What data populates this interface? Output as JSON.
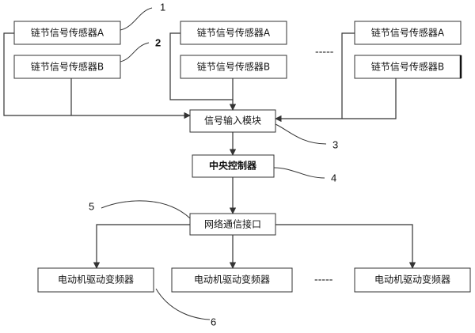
{
  "sensor_groups": [
    {
      "a_label": "链节信号传感器A",
      "b_label": "链节信号传感器B"
    },
    {
      "a_label": "链节信号传感器A",
      "b_label": "链节信号传感器B"
    },
    {
      "a_label": "链节信号传感器A",
      "b_label": "链节信号传感器B"
    }
  ],
  "signal_input": "信号输入模块",
  "central_controller": "中央控制器",
  "network_interface": "网络通信接口",
  "drivers": [
    "电动机驱动变频器",
    "电动机驱动变频器",
    "电动机驱动变频器"
  ],
  "ellipsis_sensors": "-----",
  "ellipsis_drivers": "-----",
  "callouts": {
    "c1": "1",
    "c2": "2",
    "c3": "3",
    "c4": "4",
    "c5": "5",
    "c6": "6"
  }
}
